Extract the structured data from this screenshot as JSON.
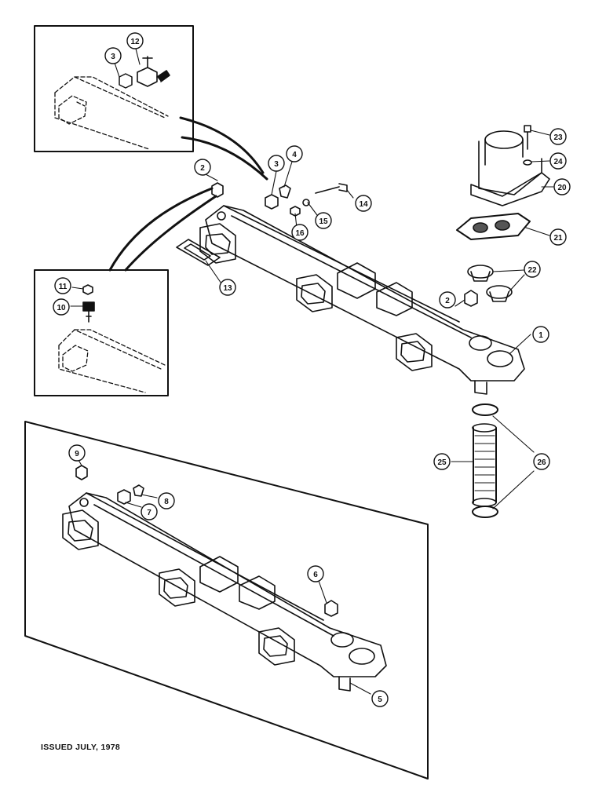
{
  "footer": {
    "issued": "ISSUED JULY, 1978"
  },
  "callouts": {
    "c1": "1",
    "c2a": "2",
    "c2b": "2",
    "c3a": "3",
    "c3b": "3",
    "c4": "4",
    "c5": "5",
    "c6": "6",
    "c7": "7",
    "c8": "8",
    "c9": "9",
    "c10": "10",
    "c11": "11",
    "c12": "12",
    "c13": "13",
    "c14": "14",
    "c15": "15",
    "c16": "16",
    "c20": "20",
    "c21": "21",
    "c22": "22",
    "c23": "23",
    "c24": "24",
    "c25": "25",
    "c26": "26"
  }
}
